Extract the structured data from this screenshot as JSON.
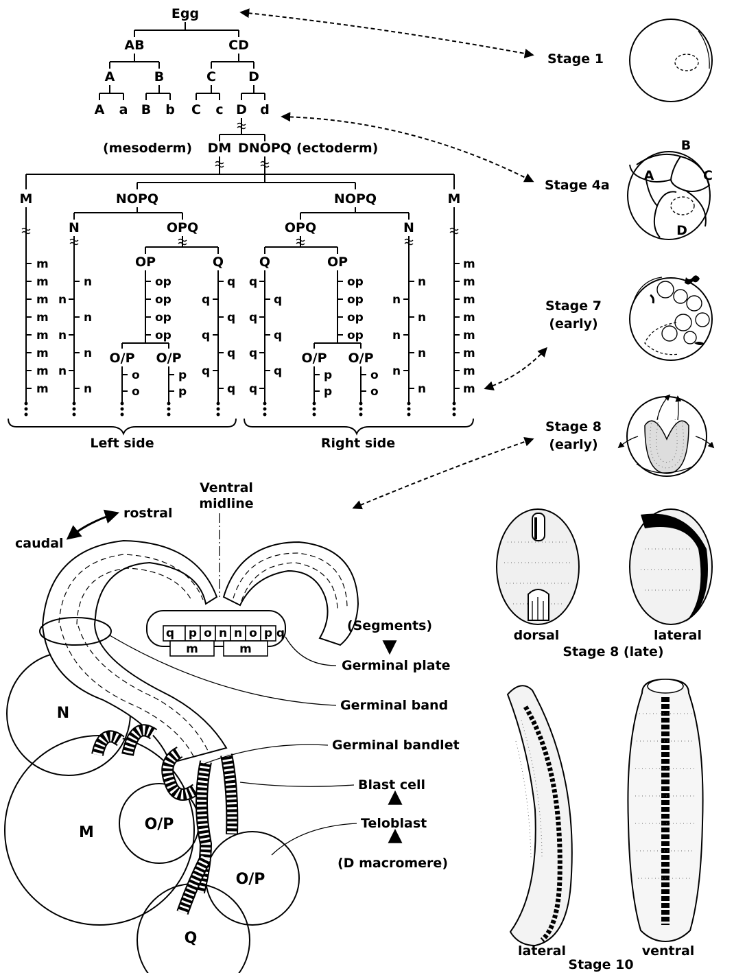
{
  "lineage": {
    "egg": "Egg",
    "ab": "AB",
    "cd": "CD",
    "a_upper": "A",
    "b_upper": "B",
    "c_upper": "C",
    "d_upper": "D",
    "a_big": "A",
    "a_small": "a",
    "b_big": "B",
    "b_small": "b",
    "c_big": "C",
    "c_small": "c",
    "d_big": "D",
    "d_small": "d",
    "mesoderm": "(mesoderm)",
    "dm": "DM",
    "dnopq": "DNOPQ",
    "ectoderm": "(ectoderm)",
    "m_teloblast": "M",
    "nopq": "NOPQ",
    "n_teloblast": "N",
    "opq": "OPQ",
    "op": "OP",
    "q_teloblast": "Q",
    "op_sister": "O/P",
    "blast_m": "m",
    "blast_n": "n",
    "blast_q": "q",
    "blast_op": "op",
    "blast_o": "o",
    "blast_p": "p",
    "left_side": "Left side",
    "right_side": "Right side"
  },
  "stages": {
    "stage1": "Stage 1",
    "stage4a": "Stage 4a",
    "stage7_line1": "Stage 7",
    "stage7_line2": "(early)",
    "stage8_line1": "Stage 8",
    "stage8_line2": "(early)",
    "s4_a": "A",
    "s4_b": "B",
    "s4_c": "C",
    "s4_d": "D",
    "dorsal": "dorsal",
    "lateral": "lateral",
    "stage8_late": "Stage 8  (late)",
    "lateral10": "lateral",
    "ventral10": "ventral",
    "stage10": "Stage 10"
  },
  "embryo": {
    "ventral_midline_1": "Ventral",
    "ventral_midline_2": "midline",
    "rostral": "rostral",
    "caudal": "caudal",
    "plate_cells": [
      "q",
      "p",
      "o",
      "n",
      "n",
      "o",
      "p",
      "q"
    ],
    "plate_m": "m",
    "segments": "(Segments)",
    "germinal_plate": "Germinal plate",
    "germinal_band": "Germinal band",
    "germinal_bandlet": "Germinal bandlet",
    "blast_cell": "Blast cell",
    "teloblast": "Teloblast",
    "d_macromere": "(D macromere)",
    "cell_n": "N",
    "cell_m": "M",
    "cell_op1": "O/P",
    "cell_op2": "O/P",
    "cell_q": "Q"
  }
}
